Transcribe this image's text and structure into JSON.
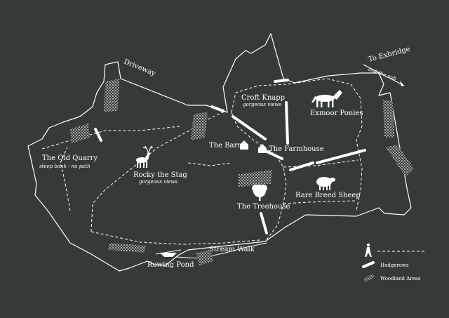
{
  "map": {
    "labels": {
      "driveway": "Driveway",
      "to_exbridge": "To Exbridge",
      "and_the_pub": "and the pub",
      "croft_knapp": "Croft Knapp",
      "croft_knapp_note": "gorgeous views",
      "exmoor_ponies": "Exmoor Ponies",
      "the_old_quarry": "The Old Quarry",
      "old_quarry_note": "steep bank - no path",
      "rocky_the_stag": "Rocky the Stag",
      "rocky_note": "gorgeous views",
      "the_barn": "The Barn",
      "the_farmhouse": "The Farmhouse",
      "rare_breed_sheep": "Rare Breed Sheep",
      "the_treehouse": "The Treehouse",
      "stream_walk": "Stream Walk",
      "rowing_pond": "Rowing Pond"
    },
    "legend": {
      "path_label": "",
      "hedgerows_label": "Hedgerows",
      "woodland_label": "Woodland Areas"
    },
    "colors": {
      "background": "#353a39",
      "foreground": "#ffffff"
    },
    "icons": [
      "stag-icon",
      "pony-icon",
      "sheep-icon",
      "tree-icon",
      "barn-icon",
      "farmhouse-icon",
      "boat-icon",
      "walker-icon",
      "arrow-icon"
    ]
  }
}
